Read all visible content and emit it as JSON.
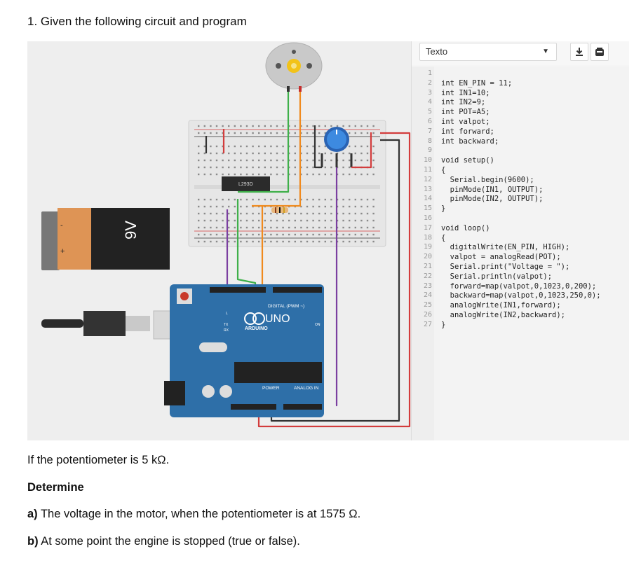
{
  "question": {
    "title": "1. Given the following circuit and program",
    "condition": "If the potentiometer is 5 kΩ.",
    "determine": "Determine",
    "part_a_label": "a)",
    "part_a_text": " The voltage in the motor, when the potentiometer is at 1575 Ω.",
    "part_b_label": "b)",
    "part_b_text": " At some point the engine is stopped (true or false)."
  },
  "editor": {
    "mode": "Texto",
    "download_icon": "download-icon",
    "upload_icon": "upload-to-board-icon",
    "line_numbers": [
      "1",
      "2",
      "3",
      "4",
      "5",
      "6",
      "7",
      "8",
      "9",
      "10",
      "11",
      "12",
      "13",
      "14",
      "15",
      "16",
      "17",
      "18",
      "19",
      "20",
      "21",
      "22",
      "23",
      "24",
      "25",
      "26",
      "27"
    ],
    "lines": [
      "",
      "int EN_PIN = 11;",
      "int IN1=10;",
      "int IN2=9;",
      "int POT=A5;",
      "int valpot;",
      "int forward;",
      "int backward;",
      "",
      "void setup()",
      "{",
      "  Serial.begin(9600);",
      "  pinMode(IN1, OUTPUT);",
      "  pinMode(IN2, OUTPUT);",
      "}",
      "",
      "void loop()",
      "{",
      "  digitalWrite(EN_PIN, HIGH);",
      "  valpot = analogRead(POT);",
      "  Serial.print(\"Voltage = \");",
      "  Serial.println(valpot);",
      "  forward=map(valpot,0,1023,0,200);",
      "  backward=map(valpot,0,1023,250,0);",
      "  analogWrite(IN1,forward);",
      "  analogWrite(IN2,backward);",
      "}"
    ]
  },
  "circuit": {
    "battery_label": "9V",
    "battery_minus": "-",
    "battery_plus": "+",
    "ic_label": "L293D",
    "board_model": "UNO",
    "board_brand": "ARDUINO",
    "digital_label": "DIGITAL (PWM ~)",
    "power_label": "POWER",
    "analog_label": "ANALOG IN",
    "tx_label": "TX",
    "rx_label": "RX",
    "l_label": "L",
    "on_label": "ON"
  },
  "colors": {
    "board_blue": "#2e6fa8",
    "breadboard": "#e6e6e6",
    "wire_red": "#d33c3c",
    "wire_black": "#333333",
    "wire_green": "#3fb04a",
    "wire_orange": "#f08a1e",
    "wire_purple": "#7b3fa0",
    "battery_orange": "#de9455",
    "pot_blue": "#2a7ad6"
  }
}
